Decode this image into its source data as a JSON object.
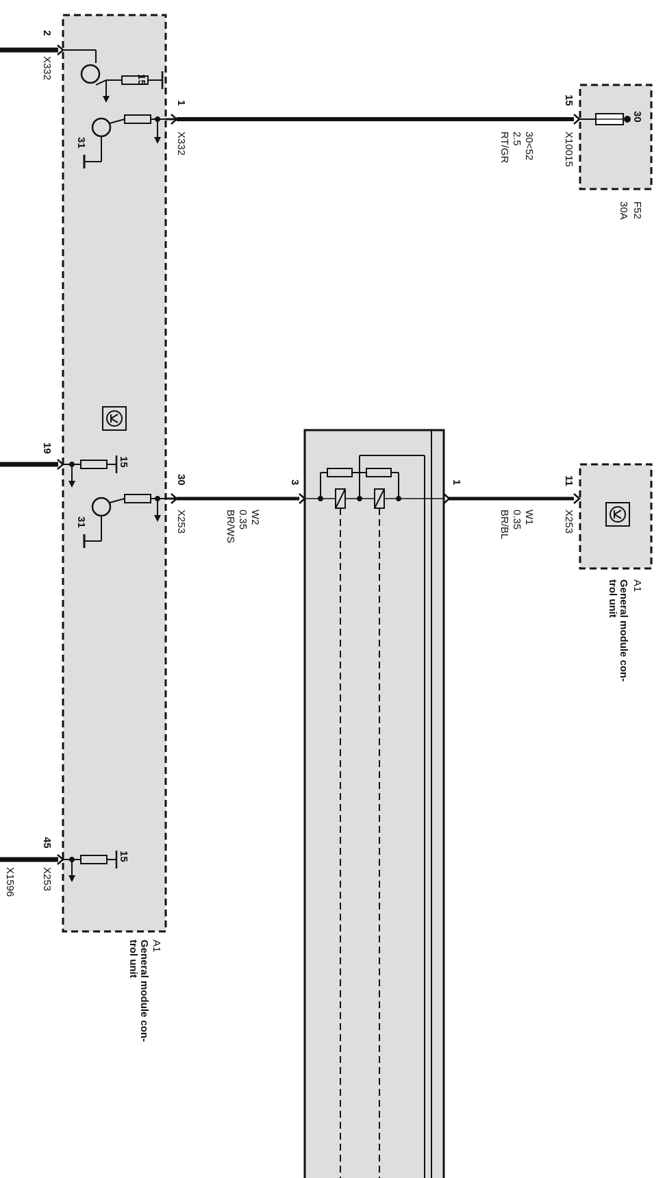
{
  "colors": {
    "module_fill": "#dedede",
    "line": "#111111",
    "background": "#ffffff"
  },
  "left_module": {
    "id": "A1",
    "name_line1": "General module con-",
    "name_line2": "trol unit",
    "ground_label": "31",
    "supply_label": "15",
    "outer_pins": [
      {
        "pin": "2",
        "connector": "X332"
      },
      {
        "pin": "19",
        "connector": ""
      },
      {
        "pin": "45",
        "connector": "X253"
      }
    ],
    "outer_extra_connector": "X1596",
    "right_pins": [
      {
        "pin": "1",
        "connector": "X332"
      },
      {
        "pin": "30",
        "connector": "X253"
      }
    ]
  },
  "fuse": {
    "id": "F52",
    "rating": "30A",
    "pin_in": "30",
    "pin_out": "15",
    "connector": "X10015"
  },
  "wire_top": {
    "circuit": "30<52",
    "size": "2.5",
    "color": "RT/GR"
  },
  "relay_block": {
    "pin_left": "3",
    "pin_right": "1"
  },
  "wire_w2": {
    "name": "W2",
    "size": "0.35",
    "color": "BR/WS"
  },
  "wire_w1": {
    "name": "W1",
    "size": "0.35",
    "color": "BR/BL"
  },
  "right_module": {
    "id": "A1",
    "name_line1": "General module con-",
    "name_line2": "trol unit",
    "pin": "11",
    "connector": "X253"
  }
}
